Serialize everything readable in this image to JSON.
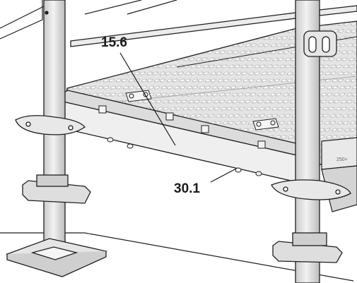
{
  "callouts": {
    "top": "15.6",
    "bottom": "30.1"
  },
  "deck_marking": "250+",
  "colors": {
    "line": "#1f1f1f",
    "deck_fill": "#e6e6e6",
    "deck_slot": "#f7f7f7",
    "steel": "#d7d7d7",
    "shadow": "#bdbdbd",
    "ink": "#1a1a1a"
  }
}
